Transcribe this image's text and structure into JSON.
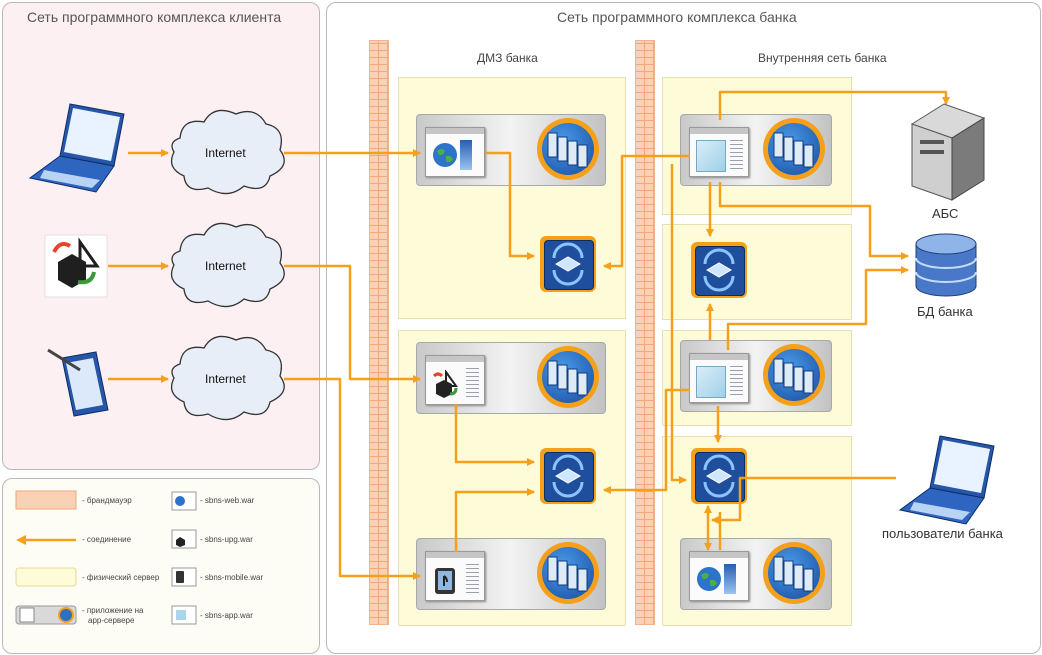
{
  "client_panel": {
    "title": "Сеть программного комплекса клиента"
  },
  "bank_panel": {
    "title": "Сеть программного комплекса банка"
  },
  "zones": {
    "dmz_title": "ДМЗ банка",
    "internal_title": "Внутренняя сеть банка"
  },
  "clouds": [
    "Internet",
    "Internet",
    "Internet"
  ],
  "nodes": {
    "abs": "АБС",
    "db": "БД банка",
    "bank_users": "пользователи банка"
  },
  "legend": {
    "firewall": "- брандмауэр",
    "connection": "- соединение",
    "physical_server": "- физический сервер",
    "app_on_server_1": "- приложение на",
    "app_on_server_2": "app-сервере",
    "web": "- sbns-web.war",
    "upg": "- sbns-upg.war",
    "mobile": "- sbns-mobile.war",
    "app": "- sbns-app.war"
  },
  "colors": {
    "connection": "#f5a01a",
    "client_bg": "#fdf0f3",
    "zone_bg": "#fefbd9",
    "firewall": "#f9d2b6"
  }
}
